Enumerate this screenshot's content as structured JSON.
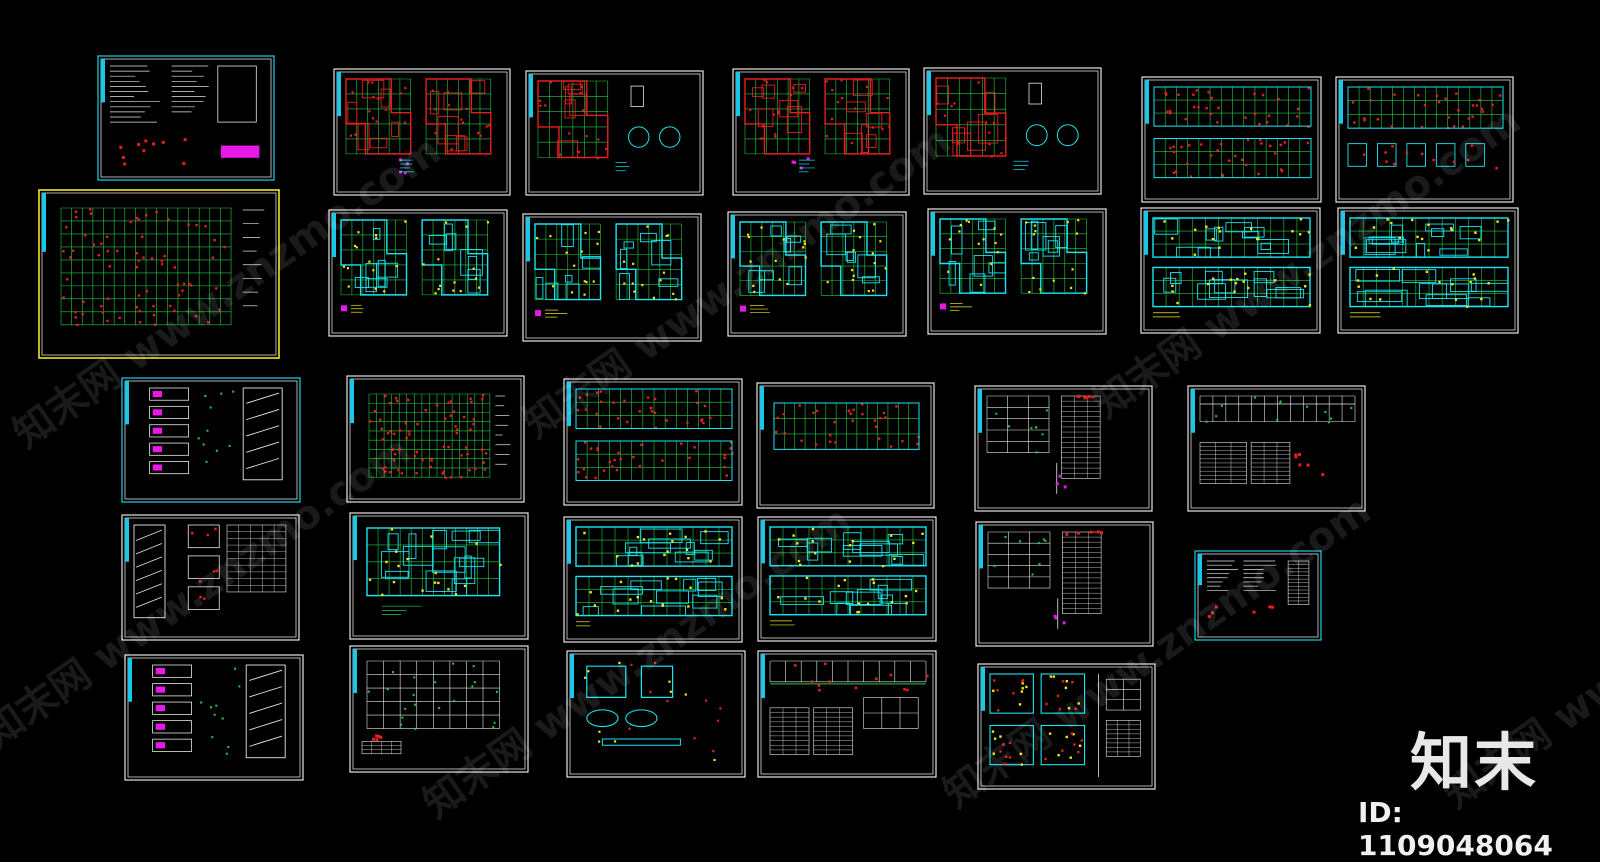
{
  "brand": {
    "logo_text": "知末",
    "id_text": "ID: 1109048064"
  },
  "watermark_text": "知末网 www.znzmo.com",
  "colors": {
    "background": "#000000",
    "frame_white": "#e6e6e6",
    "frame_cyan": "#19d2e6",
    "frame_yellow": "#f0e619",
    "grid_green": "#22cc44",
    "wall_cyan": "#19e6f0",
    "rebar_red": "#e61e1e",
    "tag_yellow": "#f0e619",
    "tag_magenta": "#e619e6"
  },
  "sheets": [
    {
      "id": "s01",
      "style": "notes-cyan",
      "frame": "cyan"
    },
    {
      "id": "s02",
      "style": "grid-plan-red",
      "frame": "yellow"
    },
    {
      "id": "s03",
      "style": "plan-red",
      "frame": "white"
    },
    {
      "id": "s04",
      "style": "plan-red-detail",
      "frame": "white"
    },
    {
      "id": "s05",
      "style": "plan-red",
      "frame": "white"
    },
    {
      "id": "s06",
      "style": "plan-red-detail",
      "frame": "white"
    },
    {
      "id": "s07",
      "style": "long-red",
      "frame": "white"
    },
    {
      "id": "s08",
      "style": "long-red-detail",
      "frame": "white"
    },
    {
      "id": "s09",
      "style": "plan-cyan",
      "frame": "white"
    },
    {
      "id": "s10",
      "style": "plan-cyan",
      "frame": "white"
    },
    {
      "id": "s11",
      "style": "plan-cyan",
      "frame": "white"
    },
    {
      "id": "s12",
      "style": "plan-cyan",
      "frame": "white"
    },
    {
      "id": "s13",
      "style": "long-cyan",
      "frame": "white"
    },
    {
      "id": "s14",
      "style": "long-cyan",
      "frame": "white"
    },
    {
      "id": "s15",
      "style": "stair",
      "frame": "cyan"
    },
    {
      "id": "s16",
      "style": "stair-table",
      "frame": "white"
    },
    {
      "id": "s17",
      "style": "stair",
      "frame": "white"
    },
    {
      "id": "s18",
      "style": "grid-plan-red",
      "frame": "white"
    },
    {
      "id": "s19",
      "style": "long-red",
      "frame": "white"
    },
    {
      "id": "s20",
      "style": "long-red-single",
      "frame": "white"
    },
    {
      "id": "s21",
      "style": "column-table",
      "frame": "white"
    },
    {
      "id": "s22",
      "style": "column-table-wide",
      "frame": "white"
    },
    {
      "id": "s23",
      "style": "cyan-wide",
      "frame": "white"
    },
    {
      "id": "s24",
      "style": "long-cyan",
      "frame": "white"
    },
    {
      "id": "s25",
      "style": "long-cyan",
      "frame": "white"
    },
    {
      "id": "s26",
      "style": "column-table",
      "frame": "white"
    },
    {
      "id": "s27",
      "style": "notes-white",
      "frame": "cyan"
    },
    {
      "id": "s28",
      "style": "grid-white",
      "frame": "white"
    },
    {
      "id": "s29",
      "style": "details-cyan",
      "frame": "white"
    },
    {
      "id": "s30",
      "style": "grid-table",
      "frame": "white"
    },
    {
      "id": "s31",
      "style": "pile-details",
      "frame": "white"
    }
  ]
}
